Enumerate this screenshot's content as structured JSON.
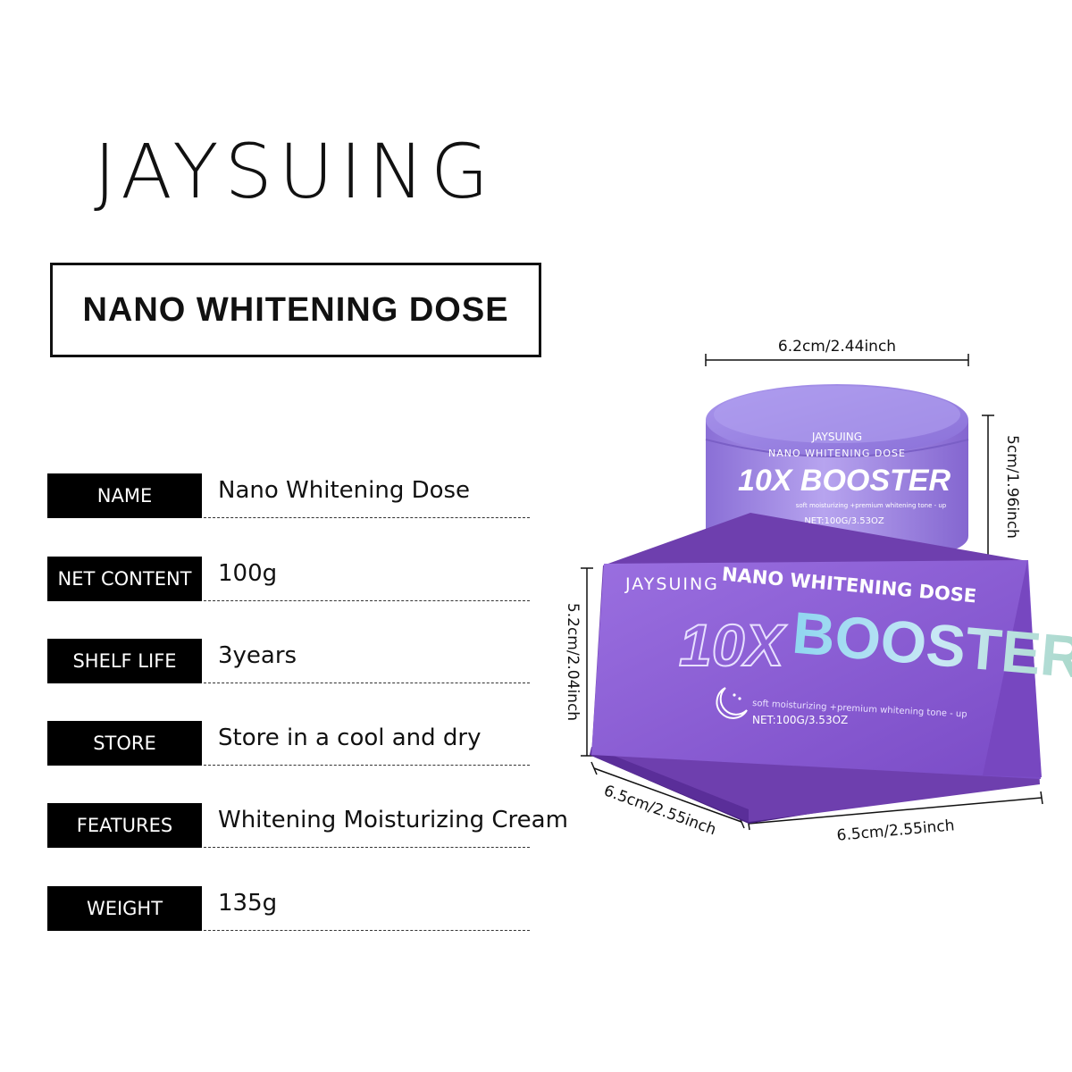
{
  "brand": "JAYSUING",
  "product_title": "NANO WHITENING DOSE",
  "specs": [
    {
      "label": "NAME",
      "value": "Nano Whitening Dose"
    },
    {
      "label": "NET  CONTENT",
      "value": "100g"
    },
    {
      "label": "SHELF LIFE",
      "value": "3years"
    },
    {
      "label": "STORE",
      "value": "Store in a cool and dry"
    },
    {
      "label": "FEATURES",
      "value": "Whitening Moisturizing Cream"
    },
    {
      "label": "WEIGHT",
      "value": "135g"
    }
  ],
  "dimensions": {
    "jar_width": "6.2cm/2.44inch",
    "jar_height": "5cm/1.96inch",
    "box_height": "5.2cm/2.04inch",
    "box_depth": "6.5cm/2.55inch",
    "box_width": "6.5cm/2.55inch"
  },
  "jar_text": {
    "brand": "JAYSUING",
    "line": "NANO WHITENING DOSE",
    "big": "10X BOOSTER",
    "tagline": "soft moisturizing +premium whitening tone - up",
    "net": "NET:100G/3.53OZ"
  },
  "box_text": {
    "brand": "JAYSUING",
    "line": "NANO WHITENING DOSE",
    "big_outline": "10X",
    "big_fill": "BOOSTER",
    "tagline": "soft moisturizing +premium whitening tone - up",
    "net": "NET:100G/3.53OZ"
  },
  "colors": {
    "jar_purple": "#9a7ee0",
    "box_purple": "#8e5fd6",
    "box_dark": "#6e3fae",
    "box_bottom": "#4a2284"
  }
}
